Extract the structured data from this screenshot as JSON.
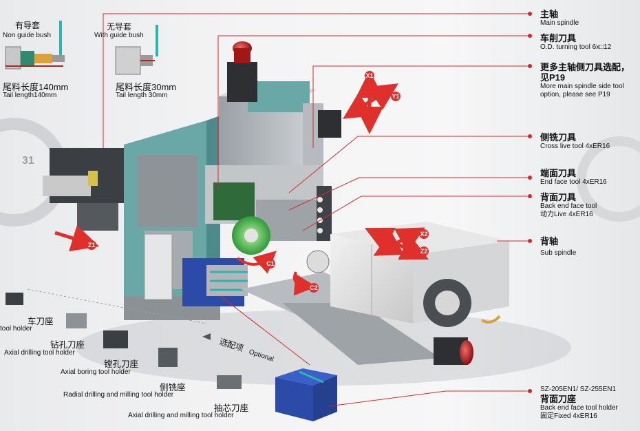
{
  "labels": {
    "main_spindle": {
      "zh": "主轴",
      "en": "Main spindle"
    },
    "od_tool": {
      "zh": "车削刀具",
      "en": "O.D. turning tool 6x□12"
    },
    "more_tools": {
      "zh1": "更多主轴侧刀具选配，",
      "zh2": "见P19",
      "en1": "More main spindle side tool",
      "en2": "option, please see P19"
    },
    "cross_live": {
      "zh": "侧铣刀具",
      "en": "Cross live tool 4xER16"
    },
    "end_face": {
      "zh": "端面刀具",
      "en": "End face tool 4xER16"
    },
    "back_end_face": {
      "zh": "背面刀具",
      "en1": "Back end face tool",
      "en2": "动力Live 4xER16"
    },
    "sub_spindle": {
      "zh": "背轴",
      "en": "Sub spindle"
    },
    "fixed_back": {
      "model": "SZ-205EN1/ SZ-255EN1",
      "zh": "背面刀座",
      "en1": "Back end face tool holder",
      "en2": "固定Fixed 4xER16"
    }
  },
  "bush": {
    "non_guide": {
      "zh": "有导套",
      "en": "Non guide bush",
      "tail_zh": "尾料长度140mm",
      "tail_en": "Tail length140mm"
    },
    "with_guide": {
      "zh": "无导套",
      "en": "With guide bush",
      "tail_zh": "尾料长度30mm",
      "tail_en": "Tail length 30mm"
    }
  },
  "holders": [
    {
      "zh": "车刀座",
      "en": "tool holder"
    },
    {
      "zh": "钻孔刀座",
      "en": "Axial drilling tool holder"
    },
    {
      "zh": "镗孔刀座",
      "en": "Axial boring tool holder"
    },
    {
      "zh": "侧铣座",
      "en": "Radial drilling and milling tool holder"
    },
    {
      "zh": "抽芯刀座",
      "en": "Axial drilling and milling tool holder"
    }
  ],
  "optional": {
    "zh": "选配项",
    "en": "Optional"
  },
  "axes": {
    "x1": "X1",
    "y1": "Y1",
    "z1": "Z1",
    "x2": "X2",
    "z2": "Z2",
    "c1": "C1",
    "c2": "C2"
  },
  "background_number": "31",
  "colors": {
    "accent_red": "#d92b2b",
    "teal": "#6aa7a7",
    "dark_blue": "#2c4aa8",
    "leader": "#d62a2a",
    "axis_red": "#e0302b"
  }
}
